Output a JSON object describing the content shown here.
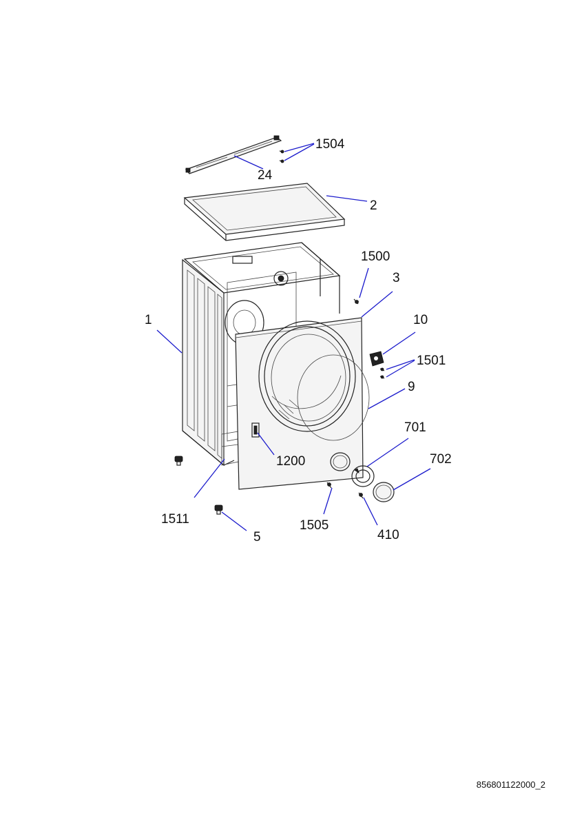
{
  "document_code": "856801122000_2",
  "colors": {
    "leader_line": "#1b1bcc",
    "part_stroke": "#222222",
    "background": "#ffffff"
  },
  "callouts": [
    {
      "id": "1504",
      "label": "1504"
    },
    {
      "id": "24",
      "label": "24"
    },
    {
      "id": "2",
      "label": "2"
    },
    {
      "id": "1500",
      "label": "1500"
    },
    {
      "id": "3",
      "label": "3"
    },
    {
      "id": "1",
      "label": "1"
    },
    {
      "id": "10",
      "label": "10"
    },
    {
      "id": "1501",
      "label": "1501"
    },
    {
      "id": "9",
      "label": "9"
    },
    {
      "id": "701",
      "label": "701"
    },
    {
      "id": "702",
      "label": "702"
    },
    {
      "id": "1200",
      "label": "1200"
    },
    {
      "id": "1511",
      "label": "1511"
    },
    {
      "id": "1505",
      "label": "1505"
    },
    {
      "id": "5",
      "label": "5"
    },
    {
      "id": "410",
      "label": "410"
    }
  ]
}
